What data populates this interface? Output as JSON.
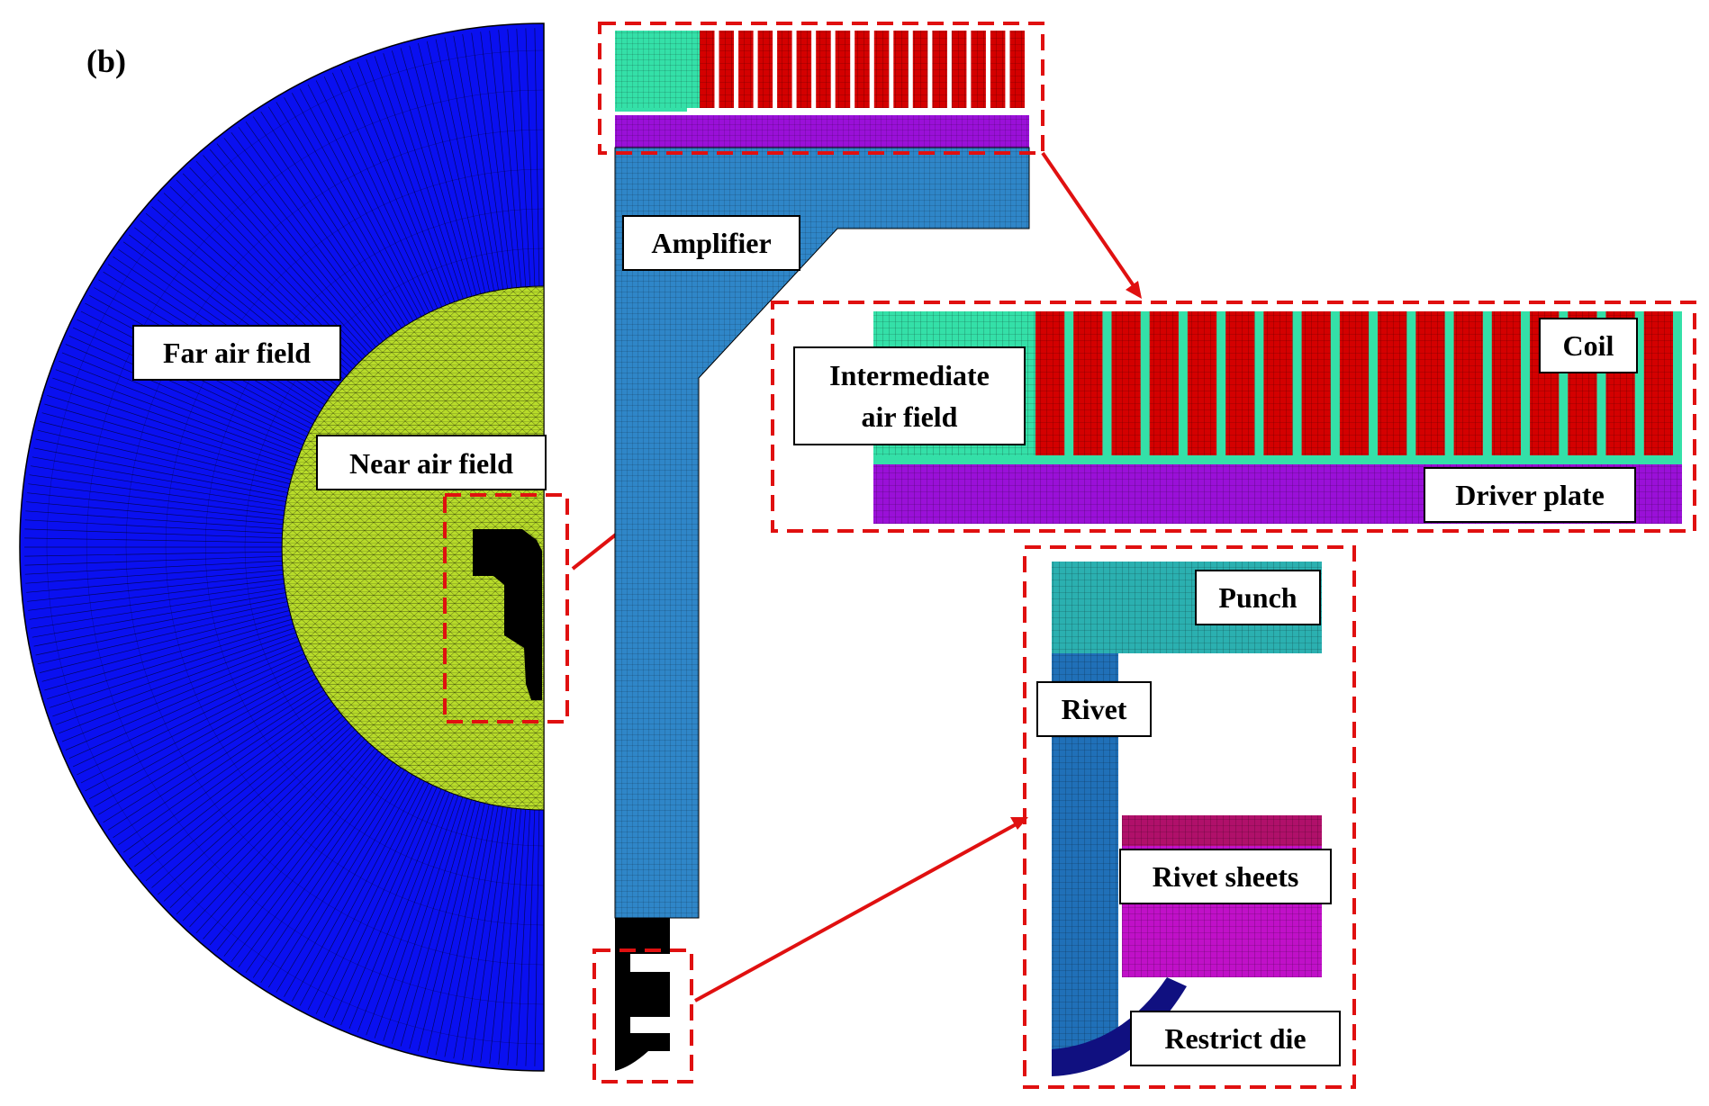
{
  "figure": {
    "panel_label": "(b)"
  },
  "labels": {
    "far_air_field": "Far air field",
    "near_air_field": "Near air field",
    "amplifier": "Amplifier",
    "intermediate_air_field_line1": "Intermediate",
    "intermediate_air_field_line2": "air  field",
    "coil": "Coil",
    "driver_plate": "Driver plate",
    "punch": "Punch",
    "rivet": "Rivet",
    "rivet_sheets": "Rivet sheets",
    "restrict_die": "Restrict die"
  },
  "colors": {
    "far_air_field": "#0a10f0",
    "near_air_field": "#b8dc2a",
    "amplifier": "#2f86c8",
    "intermediate_air_field": "#34e0a8",
    "coil": "#d40000",
    "driver_plate": "#9a10d8",
    "punch": "#2bb0b0",
    "rivet": "#2070b8",
    "rivet_sheets_top": "#b0106a",
    "rivet_sheets_body": "#c010c8",
    "restrict_die": "#101080",
    "callout": "#e01010",
    "mesh_line": "#000000"
  }
}
